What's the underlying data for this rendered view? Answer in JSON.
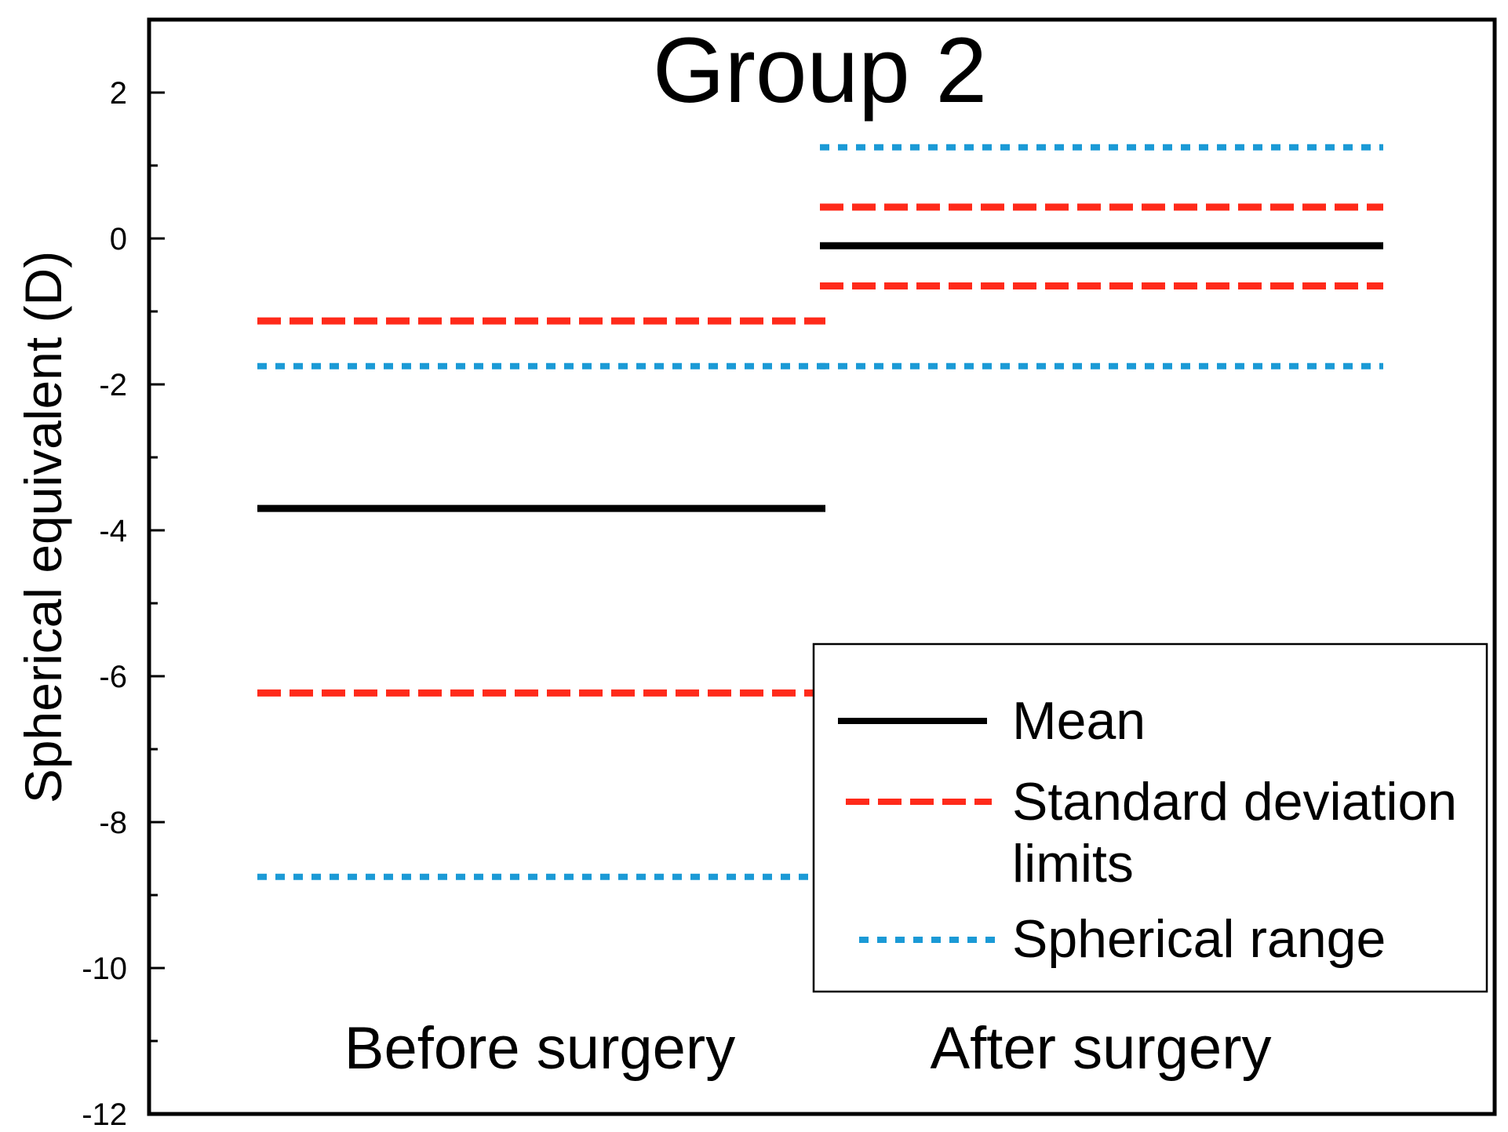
{
  "chart_data": {
    "type": "line",
    "title": "Group 2",
    "ylabel": "Spherical equivalent (D)",
    "xlabel": "",
    "ylim": [
      -12,
      3
    ],
    "yticks": [
      2,
      0,
      -2,
      -4,
      -6,
      -8,
      -10,
      -12
    ],
    "ytick_labels": [
      "2",
      "0",
      "-2",
      "-4",
      "-6",
      "-8",
      "-10",
      "-12"
    ],
    "categories": [
      "Before surgery",
      "After surgery"
    ],
    "grid": false,
    "legend_position": "bottom-right",
    "series": [
      {
        "name": "Mean",
        "style": "solid",
        "color": "#000000",
        "values": [
          -3.7,
          -0.1
        ]
      },
      {
        "name": "Standard deviation limits",
        "style": "dashed",
        "color": "#ff2a1a",
        "values_upper": [
          -1.13,
          0.43
        ],
        "values_lower": [
          -6.23,
          -0.65
        ]
      },
      {
        "name": "Spherical range",
        "style": "dotted",
        "color": "#1b9ad6",
        "values_upper": [
          -1.75,
          1.25
        ],
        "values_lower": [
          -8.75,
          -1.75
        ]
      }
    ],
    "legend": {
      "mean": "Mean",
      "sd_line1": "Standard deviation",
      "sd_line2": "limits",
      "range": "Spherical range"
    }
  }
}
